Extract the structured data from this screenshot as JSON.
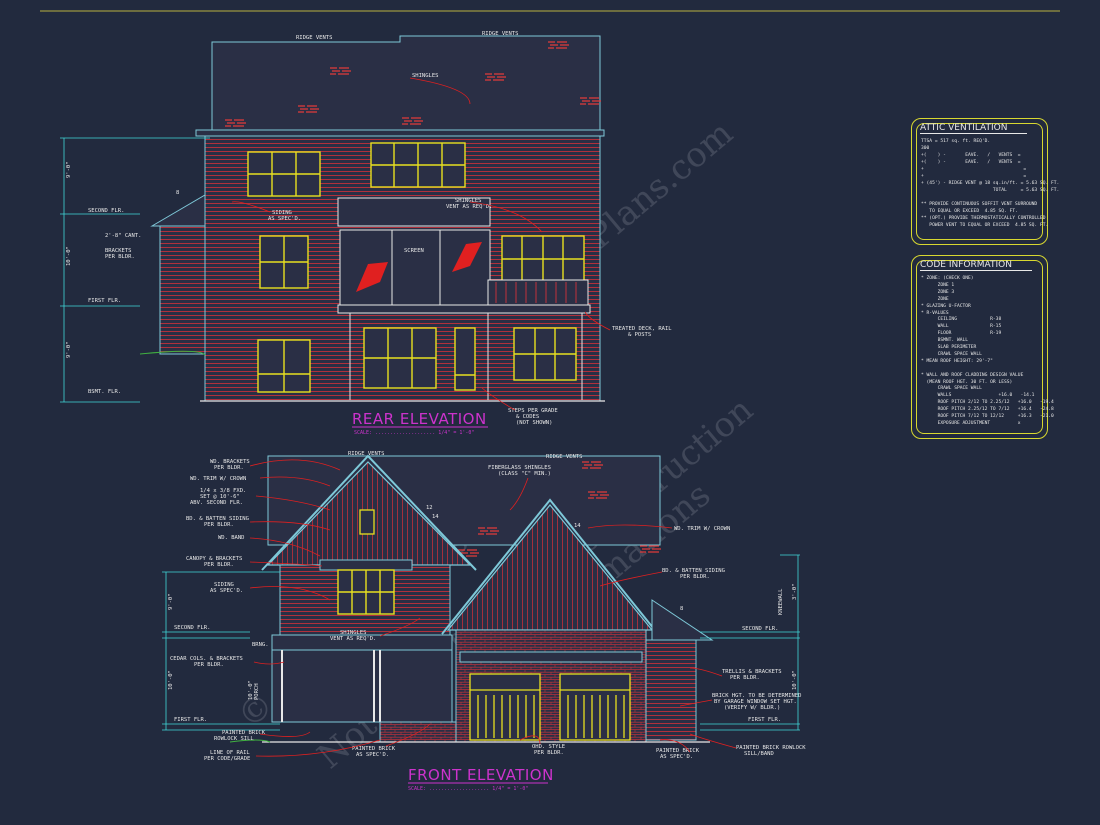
{
  "rear": {
    "title": "REAR ELEVATION",
    "scale": "SCALE: .................... 1/4\" = 1'-0\"",
    "labels": {
      "ridge_vents_1": "RIDGE VENTS",
      "ridge_vents_2": "RIDGE VENTS",
      "shingles": "SHINGLES",
      "second_flr": "SECOND FLR.",
      "cant": "2'-8\" CANT.",
      "brackets": "BRACKETS",
      "brackets2": "PER BLDR.",
      "siding": "SIDING",
      "siding2": "AS SPEC'D.",
      "shingles_vent": "SHINGLES",
      "shingles_vent2": "VENT AS REQ'D.",
      "screen": "SCREEN",
      "first_flr": "FIRST FLR.",
      "bsmt_flr": "BSMT. FLR.",
      "deck": "TREATED DECK, RAIL",
      "deck2": "& POSTS",
      "steps": "STEPS PER GRADE",
      "steps2": "& CODES",
      "steps3": "(NOT SHOWN)",
      "dim1": "9'-0\"",
      "dim2": "10'-0\"",
      "dim3": "9'-0\"",
      "pitch": "8"
    }
  },
  "front": {
    "title": "FRONT ELEVATION",
    "scale": "SCALE: .................... 1/4\" = 1'-0\"",
    "labels": {
      "ridge_vents": "RIDGE VENTS",
      "ridge_vents_2": "RIDGE VENTS",
      "fiberglass": "FIBERGLASS SHINGLES",
      "fiberglass2": "(CLASS \"C\" MIN.)",
      "wd_brackets": "WD. BRACKETS",
      "wd_brackets2": "PER BLDR.",
      "wd_trim": "WD. TRIM W/ CROWN",
      "fxd": "1/4 x 3/8 FXD.",
      "fxd2": "SET @ 10'-6\"",
      "fxd3": "ABV. SECOND FLR.",
      "bb_siding": "BD. & BATTEN SIDING",
      "bb_siding2": "PER BLDR.",
      "wd_band": "WD. BAND",
      "canopy": "CANOPY & BRACKETS",
      "canopy2": "PER BLDR.",
      "siding": "SIDING",
      "siding2": "AS SPEC'D.",
      "second_flr": "SECOND FLR.",
      "second_flr_r": "SECOND FLR.",
      "shingles": "SHINGLES",
      "shingles2": "VENT AS REQ'D.",
      "brng": "BRNG.",
      "cedar": "CEDAR COLS. & BRACKETS",
      "cedar2": "PER BLDR.",
      "porch": "PORCH",
      "first_flr": "FIRST FLR.",
      "first_flr_r": "FIRST FLR.",
      "painted_brick": "PAINTED BRICK",
      "painted_brick2": "ROWLOCK SILL",
      "line_rail": "LINE OF RAIL",
      "line_rail2": "PER CODE/GRADE",
      "painted_brick_c": "PAINTED BRICK",
      "painted_brick_c2": "AS SPEC'D.",
      "ohd": "OHD. STYLE",
      "ohd2": "PER BLDR.",
      "painted_brick_r": "PAINTED BRICK",
      "painted_brick_r2": "AS SPEC'D.",
      "rowlock": "PAINTED BRICK ROWLOCK",
      "rowlock2": "SILL/BAND",
      "trellis": "TRELLIS & BRACKETS",
      "trellis2": "PER BLDR.",
      "brick_hgt": "BRICK HGT. TO BE DETERMINED",
      "brick_hgt2": "BY GARAGE WINDOW SET HGT.",
      "brick_hgt3": "(VERIFY W/ BLDR.)",
      "wd_trim_r": "WD. TRIM W/ CROWN",
      "bb_siding_r": "BD. & BATTEN SIDING",
      "bb_siding_r2": "PER BLDR.",
      "kneewall": "KNEEWALL",
      "dim1": "9'-0\"",
      "dim2": "10'-0\"",
      "dim_porch": "10'-0\"",
      "dim_r1": "3'-0\"",
      "dim_r2": "10'-0\"",
      "pitch_a": "12",
      "pitch_b": "14",
      "pitch_c": "8"
    }
  },
  "attic": {
    "title": "ATTIC VENTILATION",
    "lines": [
      "TTSA = 517 sq. ft. REQ'D.",
      "300",
      "+(    ) -       EAVE.   /   VENTS  =",
      "+(    ) -       EAVE.   /   VENTS  =",
      "+                                    =",
      "+                                    =",
      "+ (45') - RIDGE VENT @ 18 sq.in/ft. = 5.63 SQ. FT.",
      "                          TOTAL     = 5.63 SQ. FT.",
      "",
      "** PROVIDE CONTINUOUS SOFFIT VENT SURROUND",
      "   TO EQUAL OR EXCEED  4.85 SQ. FT.",
      "** (OPT.) PROVIDE THERMOSTATICALLY CONTROLLED",
      "   POWER VENT TO EQUAL OR EXCEED  4.85 SQ. FT."
    ]
  },
  "code": {
    "title": "CODE INFORMATION",
    "lines": [
      "* ZONE: (CHECK ONE)",
      "      ZONE 1",
      "      ZONE 3",
      "      ZONE",
      "* GLAZING U-FACTOR",
      "* R-VALUES",
      "      CEILING            R-38",
      "      WALL               R-15",
      "      FLOOR              R-19",
      "      BSMNT. WALL",
      "      SLAB PERIMETER",
      "      CRAWL SPACE WALL",
      "* MEAN ROOF HEIGHT: 29'-7\"",
      "",
      "* WALL AND ROOF CLADDING DESIGN VALUE",
      "  (MEAN ROOF HGT. 30 FT. OR LESS)",
      "      CRAWL SPACE WALL",
      "      WALLS                 +16.0   -14.1",
      "      ROOF PITCH 2/12 TO 2.25/12   +16.0   -19.4",
      "      ROOF PITCH 2.25/12 TO 7/12   +16.4   -24.8",
      "      ROOF PITCH 7/12 TO 12/12     +16.3   -21.0",
      "      EXPOSURE ADJUSTMENT          x"
    ]
  },
  "watermark": {
    "line1": "© All Rights Reserved",
    "line2": "Not to be Used for Construction",
    "line3": "or Estimations",
    "line4": "Plans.com"
  }
}
